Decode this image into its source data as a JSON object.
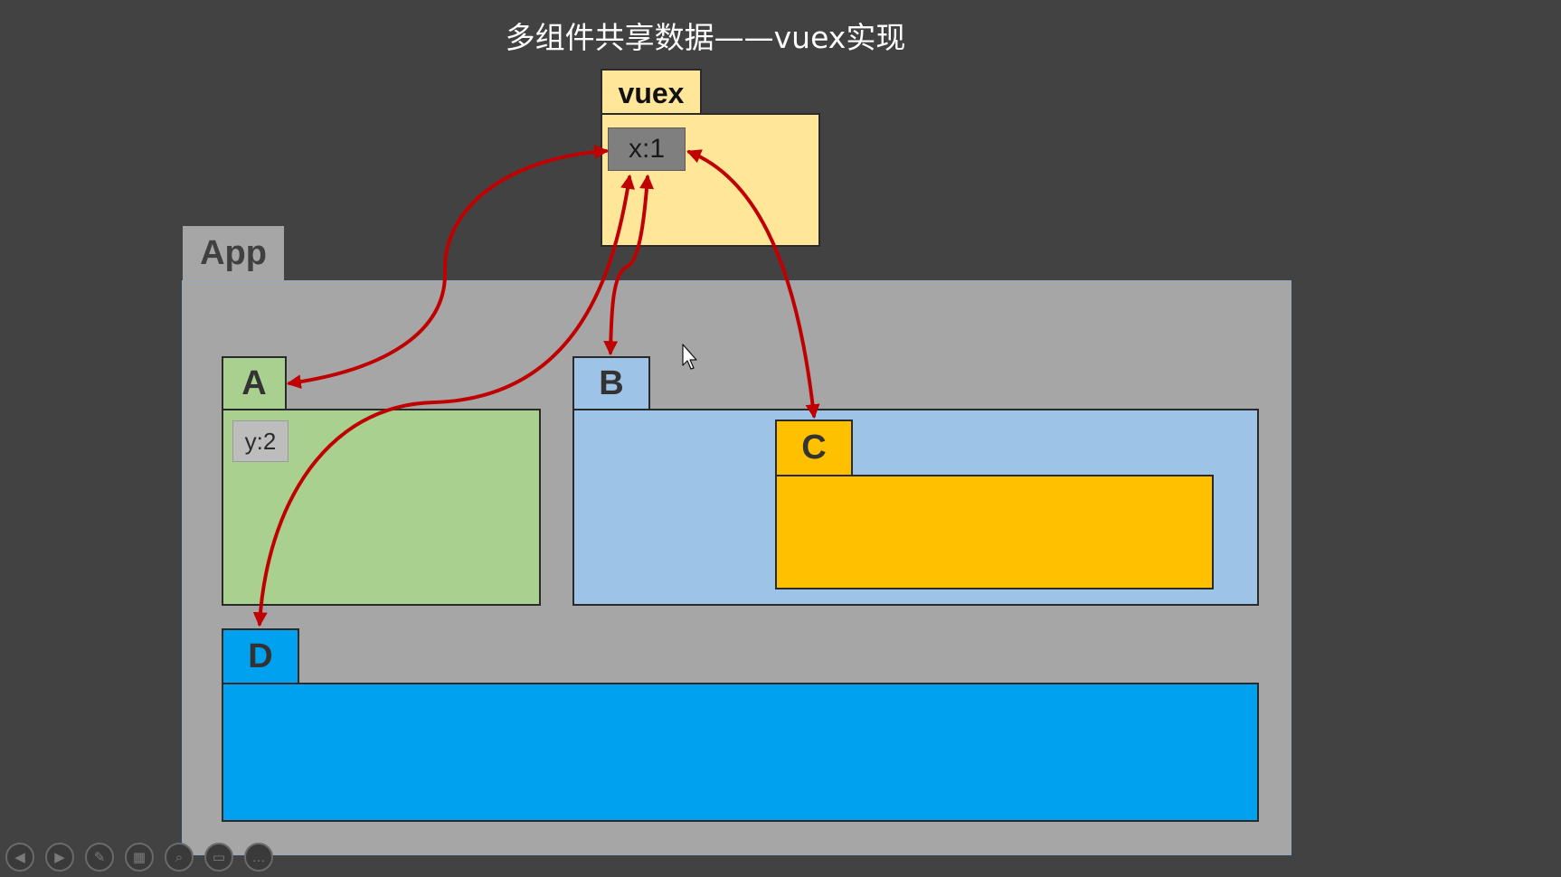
{
  "slide": {
    "title": "多组件共享数据——vuex实现",
    "vuex": {
      "label": "vuex",
      "state": "x:1"
    },
    "app": {
      "label": "App"
    },
    "component_a": {
      "label": "A",
      "state": "y:2"
    },
    "component_b": {
      "label": "B"
    },
    "component_c": {
      "label": "C"
    },
    "component_d": {
      "label": "D"
    }
  },
  "colors": {
    "background": "#424242",
    "vuex_fill": "#ffe699",
    "app_fill": "#a6a6a6",
    "a_fill": "#a9d08e",
    "b_fill": "#9dc3e6",
    "c_fill": "#ffc000",
    "d_fill": "#00a2ef",
    "arrow": "#c00000"
  },
  "controls": [
    {
      "name": "previous-slide-icon",
      "glyph": "◀"
    },
    {
      "name": "next-slide-icon",
      "glyph": "▶"
    },
    {
      "name": "pen-icon",
      "glyph": "✎"
    },
    {
      "name": "slides-grid-icon",
      "glyph": "▦"
    },
    {
      "name": "zoom-icon",
      "glyph": "⌕"
    },
    {
      "name": "subtitles-icon",
      "glyph": "▭"
    },
    {
      "name": "more-options-icon",
      "glyph": "…"
    }
  ]
}
